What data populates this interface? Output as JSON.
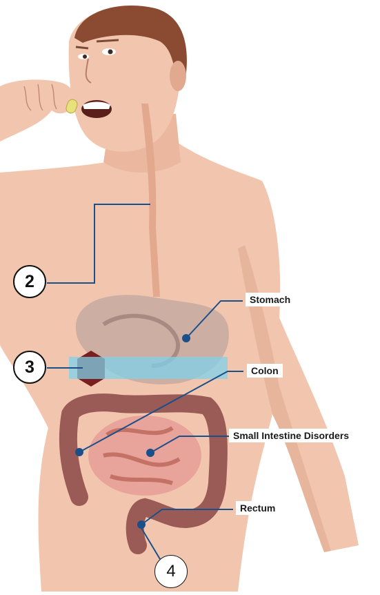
{
  "labels": {
    "stomach": "Stomach",
    "colon": "Colon",
    "small_intestine": "Small Intestine Disorders",
    "rectum": "Rectum"
  },
  "callouts": {
    "two": "2",
    "three": "3",
    "four": "4"
  },
  "colors": {
    "skin": "#f2c6ae",
    "skin_shade": "#e0a990",
    "hair": "#8a4b32",
    "intestine": "#9a5a55",
    "intestine_inner": "#e8a49a",
    "capsule_band": "#7fd0ea",
    "leader_line": "#1b4f8a",
    "capsule_pill": "#e8e27a"
  }
}
